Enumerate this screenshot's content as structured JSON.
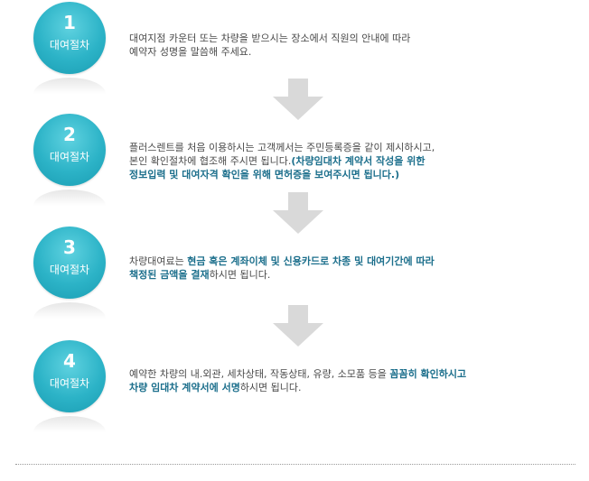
{
  "steps": [
    {
      "number": "1",
      "label": "대여절차",
      "lines": [
        [
          {
            "t": "대여지점 카운터 또는 차량을 받으시는 장소에서 직원의 안내에 따라",
            "h": false
          }
        ],
        [
          {
            "t": "예약자 성명을 말씀해 주세요.",
            "h": false
          }
        ]
      ]
    },
    {
      "number": "2",
      "label": "대여절차",
      "lines": [
        [
          {
            "t": "플러스렌트를 처음 이용하시는 고객께서는 주민등록증을 같이 제시하시고,",
            "h": false
          }
        ],
        [
          {
            "t": "본인 확인절차에 협조해 주시면 됩니다.",
            "h": false
          },
          {
            "t": "(차량임대차 계약서 작성을 위한",
            "h": true
          }
        ],
        [
          {
            "t": "정보입력 및 대여자격 확인을 위해 면허증을 보여주시면 됩니다.)",
            "h": true
          }
        ]
      ]
    },
    {
      "number": "3",
      "label": "대여절차",
      "lines": [
        [
          {
            "t": "차량대여료는 ",
            "h": false
          },
          {
            "t": "현금 혹은 계좌이체 및 신용카드로 차종 및 대여기간에 따라",
            "h": true
          }
        ],
        [
          {
            "t": "책정된 금액을 결재",
            "h": true
          },
          {
            "t": "하시면 됩니다.",
            "h": false
          }
        ]
      ]
    },
    {
      "number": "4",
      "label": "대여절차",
      "lines": [
        [
          {
            "t": "예약한 차량의 내.외관, 세차상태, 작동상태, 유량, 소모품 등을 ",
            "h": false
          },
          {
            "t": "꼼꼼히 확인하시고",
            "h": true
          }
        ],
        [
          {
            "t": "차량 임대차 계약서에 서명",
            "h": true
          },
          {
            "t": "하시면 됩니다.",
            "h": false
          }
        ]
      ]
    }
  ],
  "colors": {
    "badge": "#2cb3c7",
    "highlight": "#1c6f8c",
    "body_text": "#4a4a4a",
    "arrow": "#d9d9d9"
  },
  "icons": {
    "arrow": "down-arrow-icon"
  }
}
